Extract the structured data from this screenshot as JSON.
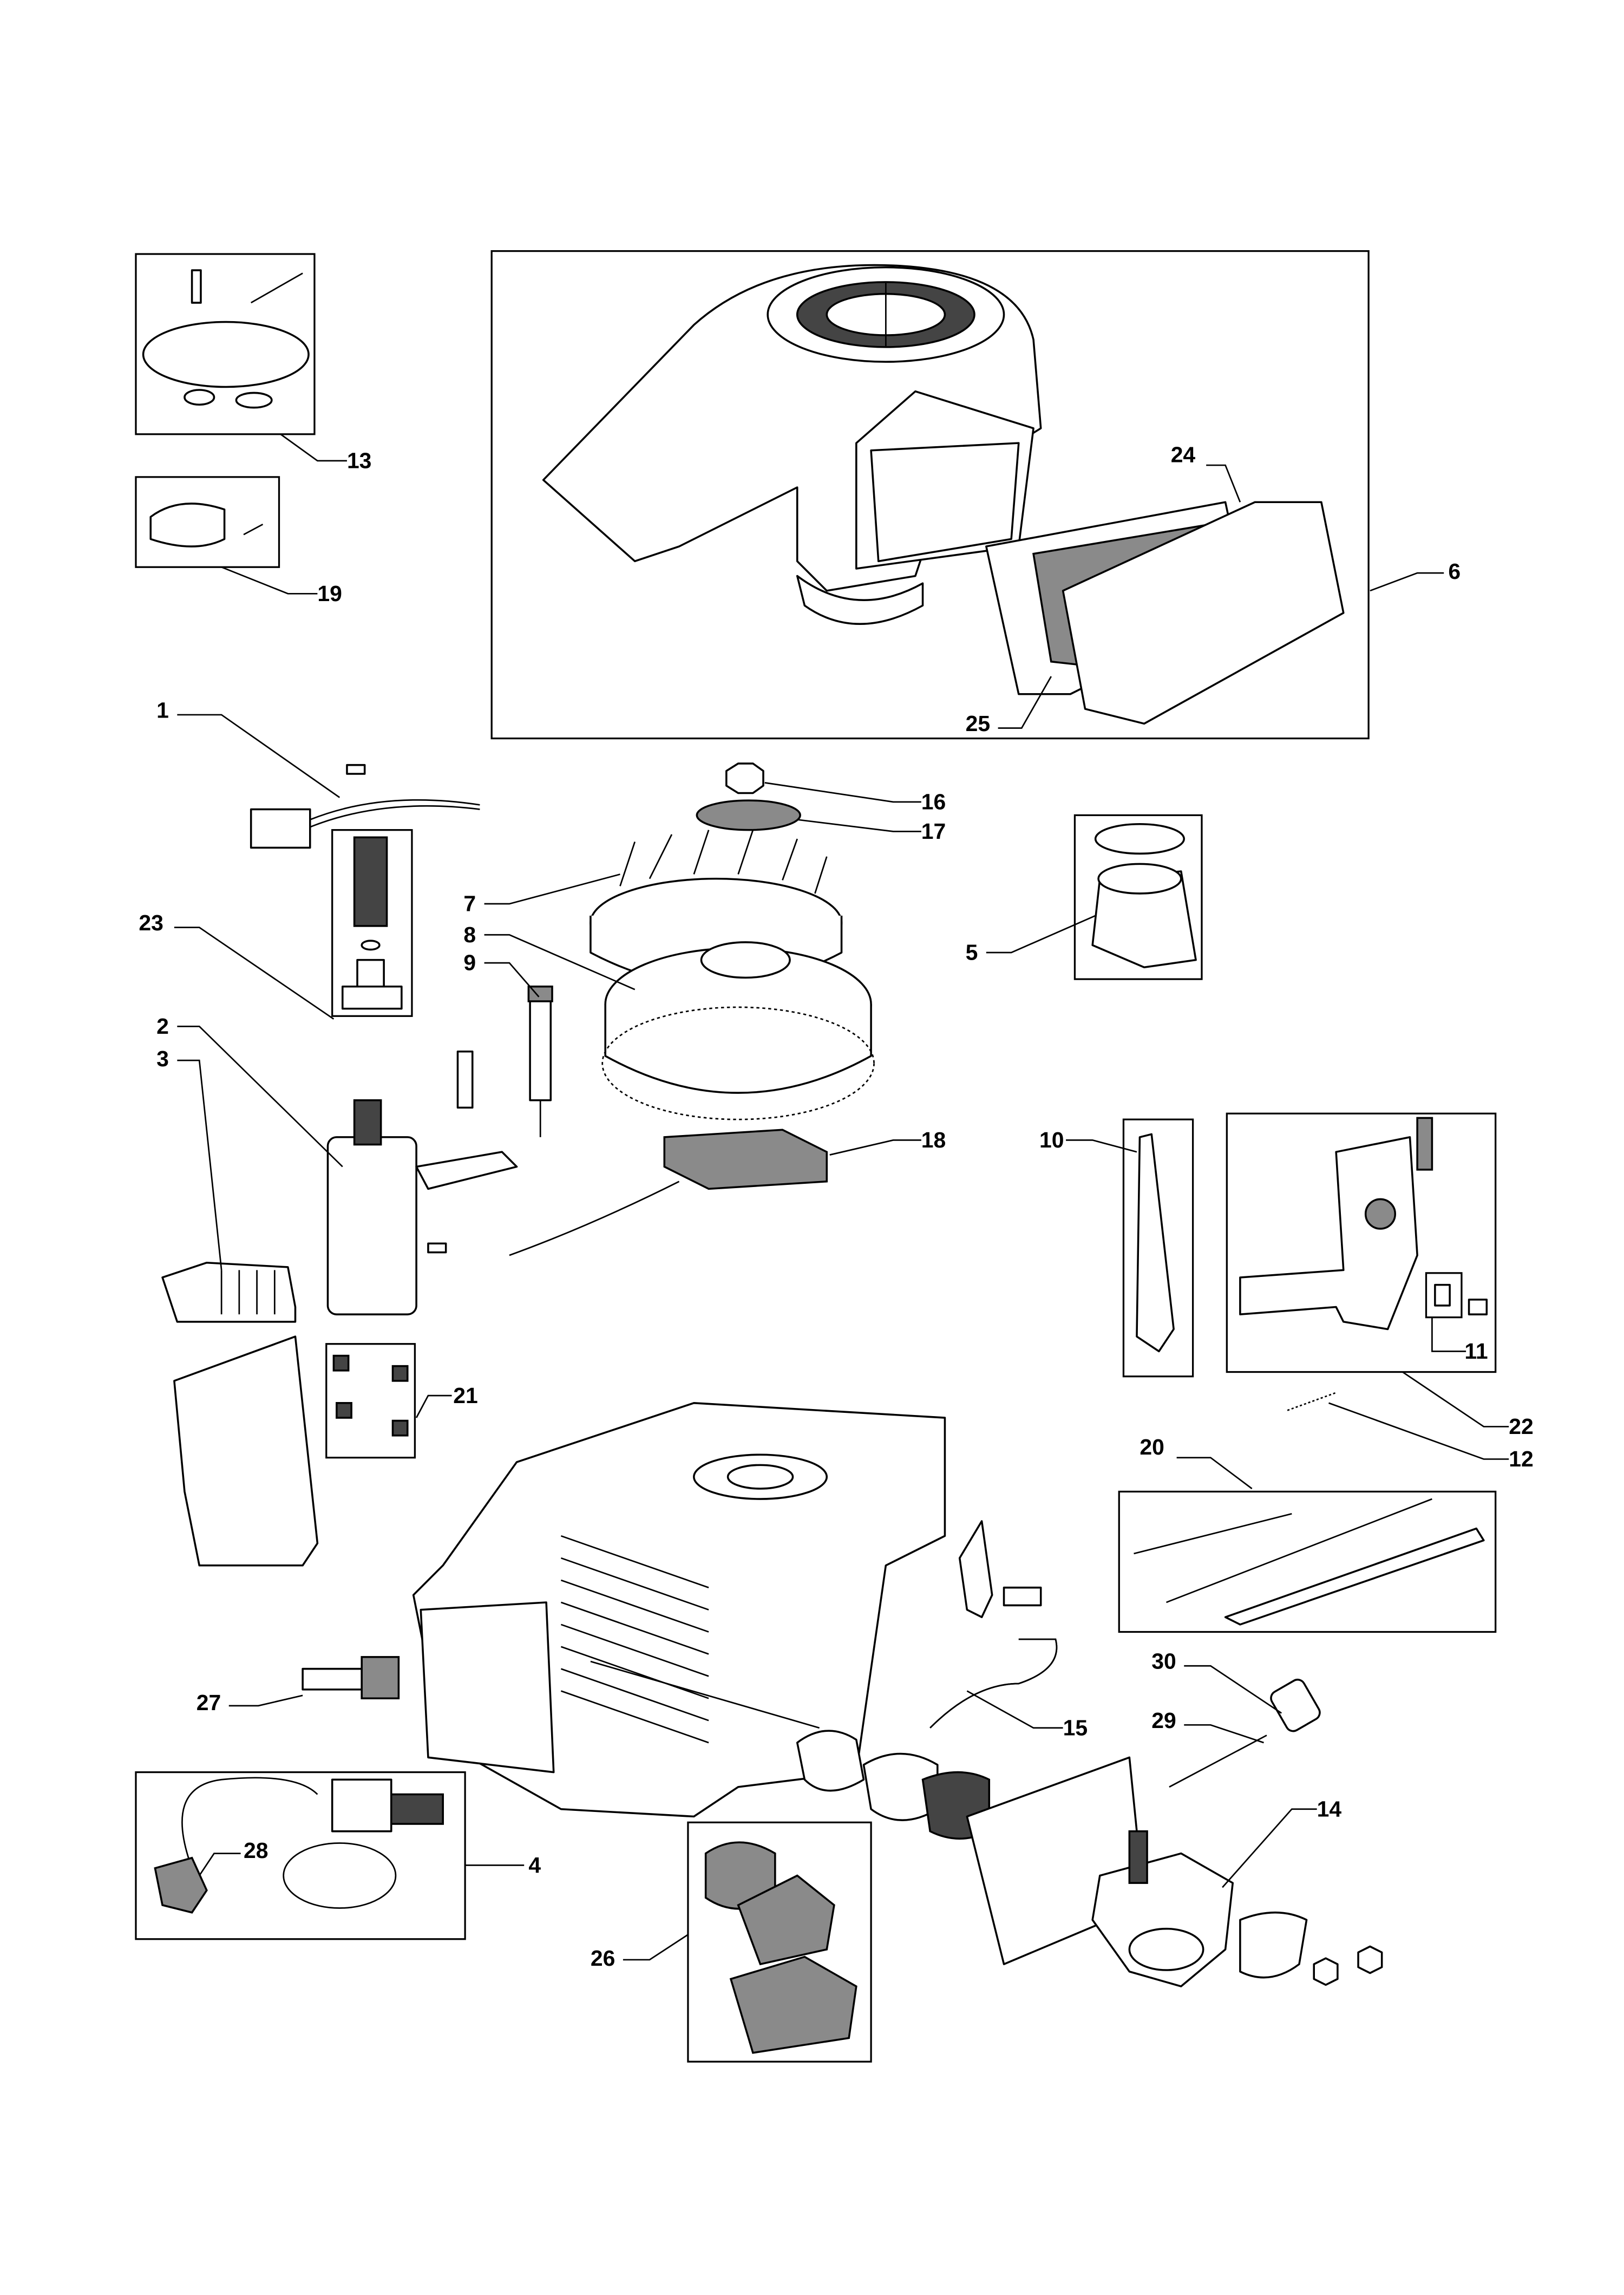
{
  "diagram": {
    "type": "exploded parts diagram",
    "callouts": [
      "1",
      "2",
      "3",
      "4",
      "5",
      "6",
      "7",
      "8",
      "9",
      "10",
      "11",
      "12",
      "13",
      "14",
      "15",
      "16",
      "17",
      "18",
      "19",
      "20",
      "21",
      "22",
      "23",
      "24",
      "25",
      "26",
      "27",
      "28",
      "29",
      "30"
    ]
  }
}
